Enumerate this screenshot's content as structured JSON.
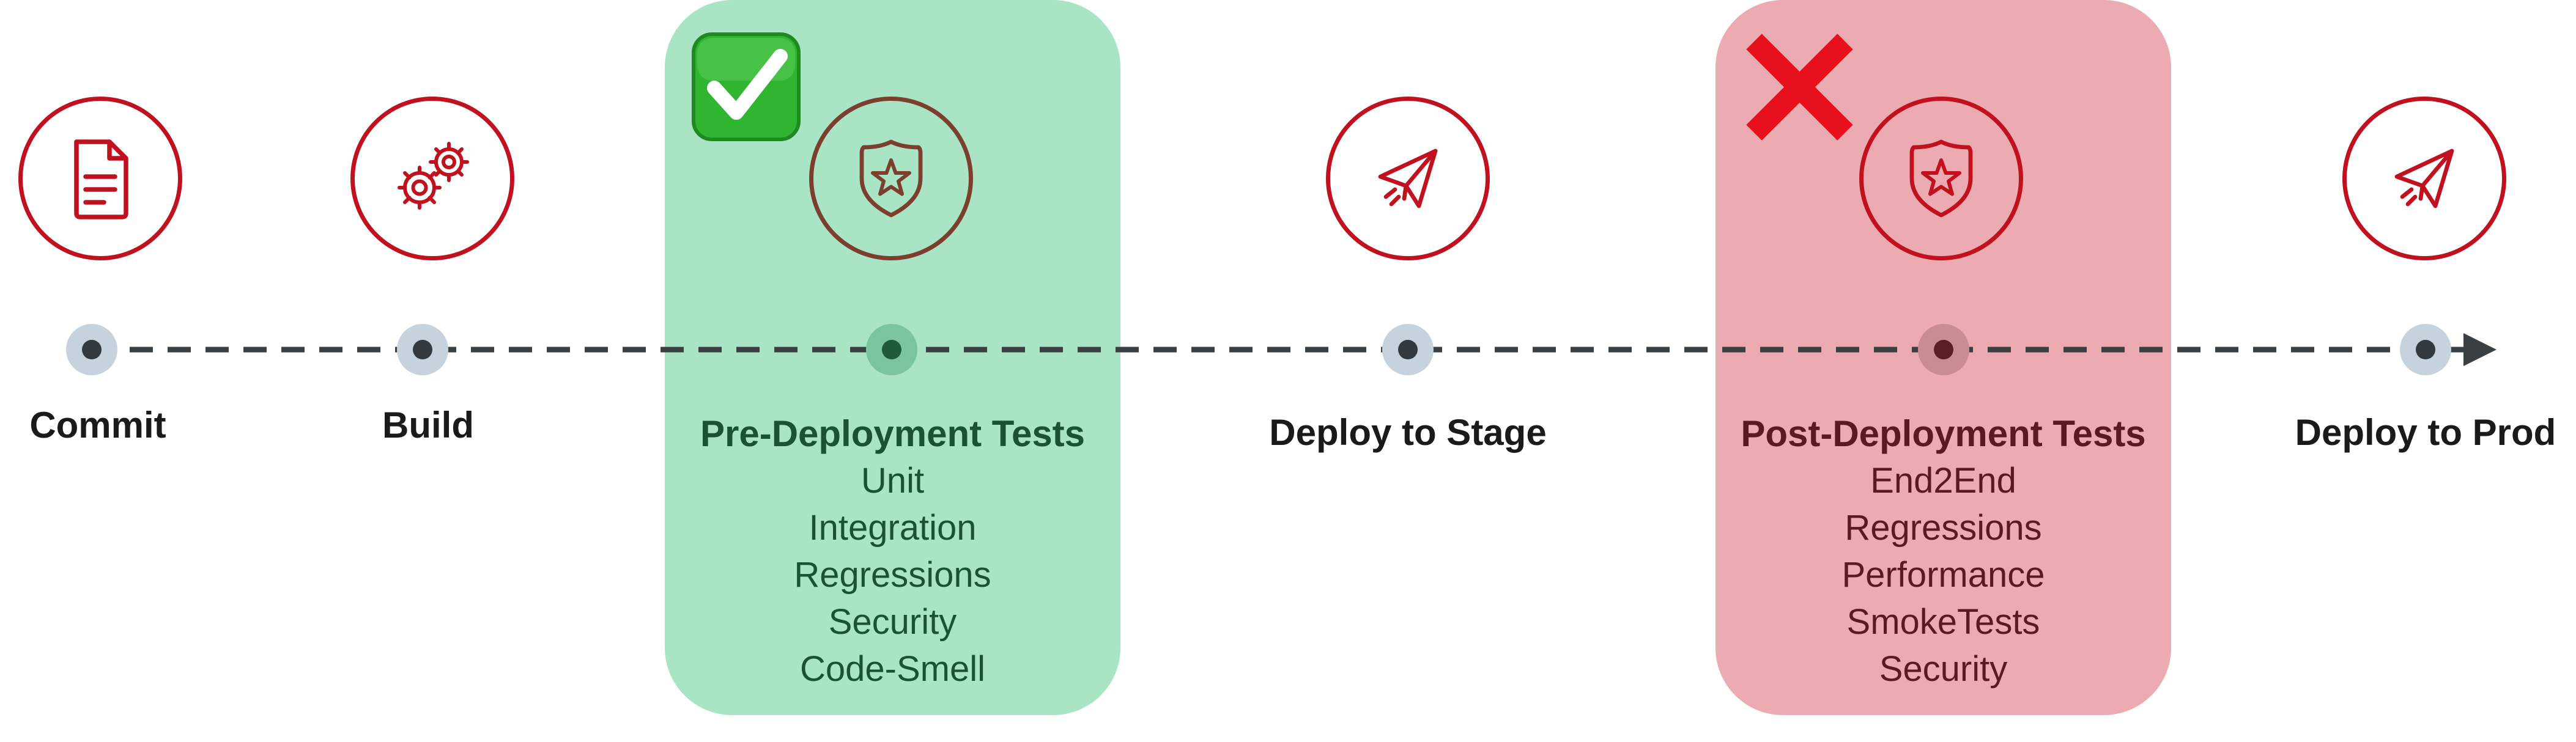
{
  "stages": {
    "commit": {
      "label": "Commit",
      "icon": "document-icon"
    },
    "build": {
      "label": "Build",
      "icon": "gears-icon"
    },
    "pre_deployment_tests": {
      "title": "Pre-Deployment Tests",
      "icon": "shield-star-icon",
      "status": "passed",
      "status_icon": "checkmark-icon",
      "items": [
        "Unit",
        "Integration",
        "Regressions",
        "Security",
        "Code-Smell"
      ]
    },
    "deploy_stage": {
      "label": "Deploy to Stage",
      "icon": "paper-plane-icon"
    },
    "post_deployment_tests": {
      "title": "Post-Deployment Tests",
      "icon": "shield-star-icon",
      "status": "failed",
      "status_icon": "cross-icon",
      "items": [
        "End2End",
        "Regressions",
        "Performance",
        "SmokeTests",
        "Security"
      ]
    },
    "deploy_prod": {
      "label": "Deploy to Prod",
      "icon": "paper-plane-icon"
    }
  },
  "colors": {
    "icon_red": "#c2111e",
    "icon_brown": "#7c3f2e",
    "pass_panel": "#a9e5c5",
    "fail_panel": "#ecaab1",
    "timeline": "#3a3f44",
    "check_green": "#2fb52f",
    "cross_red": "#e8101c"
  }
}
